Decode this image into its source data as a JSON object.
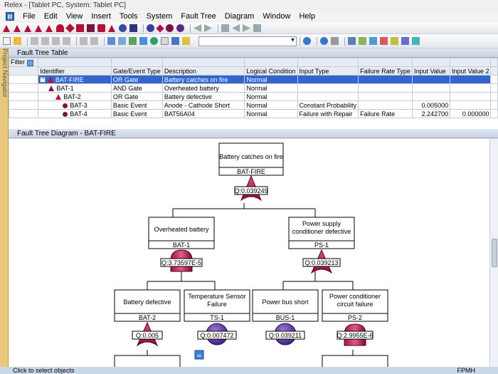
{
  "window": {
    "title": "Relex - [Tablet PC, System: Tablet PC]"
  },
  "menu": [
    "File",
    "Edit",
    "View",
    "Insert",
    "Tools",
    "System",
    "Fault Tree",
    "Diagram",
    "Window",
    "Help"
  ],
  "side_nav": "Project Navigator",
  "fault_table": {
    "title": "Fault Tree Table",
    "filter_label": "Filter",
    "columns": [
      "Identifier",
      "Gate/Event Type",
      "Description",
      "Logical Condition",
      "Input Type",
      "Failure Rate Type",
      "Input Value",
      "Input Value 2"
    ],
    "rows": [
      {
        "id": "BAT-FIRE",
        "type": "OR Gate",
        "desc": "Battery catches on fire",
        "cond": "Normal",
        "input_type": "",
        "rate_type": "",
        "v1": "",
        "v2": ""
      },
      {
        "id": "BAT-1",
        "type": "AND Gate",
        "desc": "Overheated battery",
        "cond": "Normal",
        "input_type": "",
        "rate_type": "",
        "v1": "",
        "v2": ""
      },
      {
        "id": "BAT-2",
        "type": "OR Gate",
        "desc": "Battery defective",
        "cond": "Normal",
        "input_type": "",
        "rate_type": "",
        "v1": "",
        "v2": ""
      },
      {
        "id": "BAT-3",
        "type": "Basic Event",
        "desc": "Anode - Cathode Short",
        "cond": "Normal",
        "input_type": "Constant Probability",
        "rate_type": "",
        "v1": "0.005000",
        "v2": ""
      },
      {
        "id": "BAT-4",
        "type": "Basic Event",
        "desc": "BAT56A04",
        "cond": "Normal",
        "input_type": "Failure with Repair",
        "rate_type": "Failure Rate",
        "v1": "2.242700",
        "v2": "0.000000"
      }
    ]
  },
  "diagram": {
    "title": "Fault Tree Diagram - BAT-FIRE",
    "nodes": {
      "top": {
        "desc": "Battery catches on fire",
        "id": "BAT-FIRE",
        "q": "Q:0.039249"
      },
      "bat1": {
        "desc": "Overheated battery",
        "id": "BAT-1",
        "q": "Q:3.73597E-5"
      },
      "ps1": {
        "desc": "Power supply conditioner defective",
        "id": "PS-1",
        "q": "Q:0.039213"
      },
      "bat2": {
        "desc": "Battery defective",
        "id": "BAT-2",
        "q": "Q:0.005"
      },
      "ts1": {
        "desc": "Temperature Sensor Failure",
        "id": "TS-1",
        "q": "Q:0.007472"
      },
      "bus1": {
        "desc": "Power bus short",
        "id": "BUS-1",
        "q": "Q:0.039211"
      },
      "ps2": {
        "desc": "Power conditioner circuit failure",
        "id": "PS-2",
        "q": "Q:2.9955E-6"
      }
    }
  },
  "status": {
    "left": "Click to select objects",
    "right": "FPMH"
  }
}
